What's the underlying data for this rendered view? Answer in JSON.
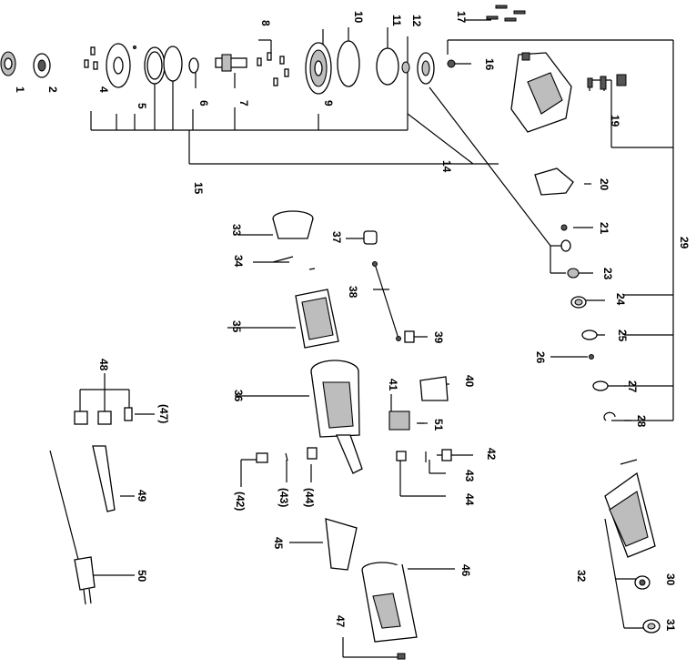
{
  "callouts": [
    "1",
    "2",
    "4",
    "5",
    "6",
    "7",
    "8",
    "9",
    "10",
    "11",
    "12",
    "14",
    "15",
    "16",
    "17",
    "19",
    "20",
    "21",
    "23",
    "24",
    "25",
    "26",
    "27",
    "28",
    "29",
    "30",
    "31",
    "32",
    "33",
    "34",
    "35",
    "36",
    "37",
    "38",
    "39",
    "40",
    "41",
    "42",
    "(42)",
    "43",
    "(43)",
    "44",
    "(44)",
    "45",
    "46",
    "47",
    "(47)",
    "48",
    "49",
    "50",
    "51"
  ]
}
